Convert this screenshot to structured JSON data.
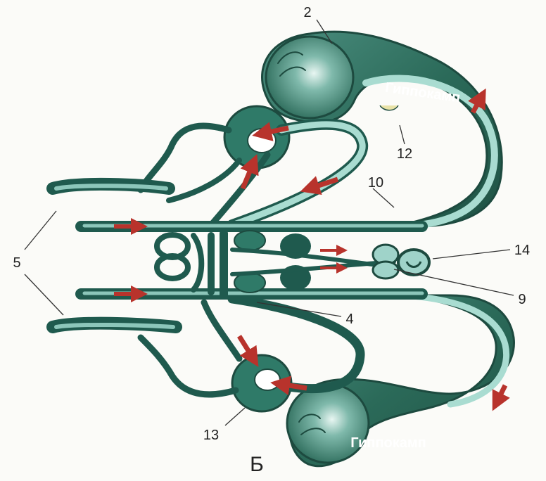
{
  "diagram": {
    "panel_letter": "Б",
    "hippocampus_label_top": "Гиппокамп",
    "hippocampus_label_bottom": "Гиппокамп",
    "labels": {
      "n2": "2",
      "n12": "12",
      "n10": "10",
      "n14": "14",
      "n9": "9",
      "n5": "5",
      "n4": "4",
      "n13": "13"
    },
    "colors": {
      "tract_dark": "#1f5a4e",
      "tract_mid": "#2f7a68",
      "tract_light": "#9fd3c9",
      "hippocampus": "#2c6e5d",
      "hippocampus_light": "#b9e3da",
      "arrow": "#b8332c",
      "background": "#fbfbf8"
    }
  }
}
